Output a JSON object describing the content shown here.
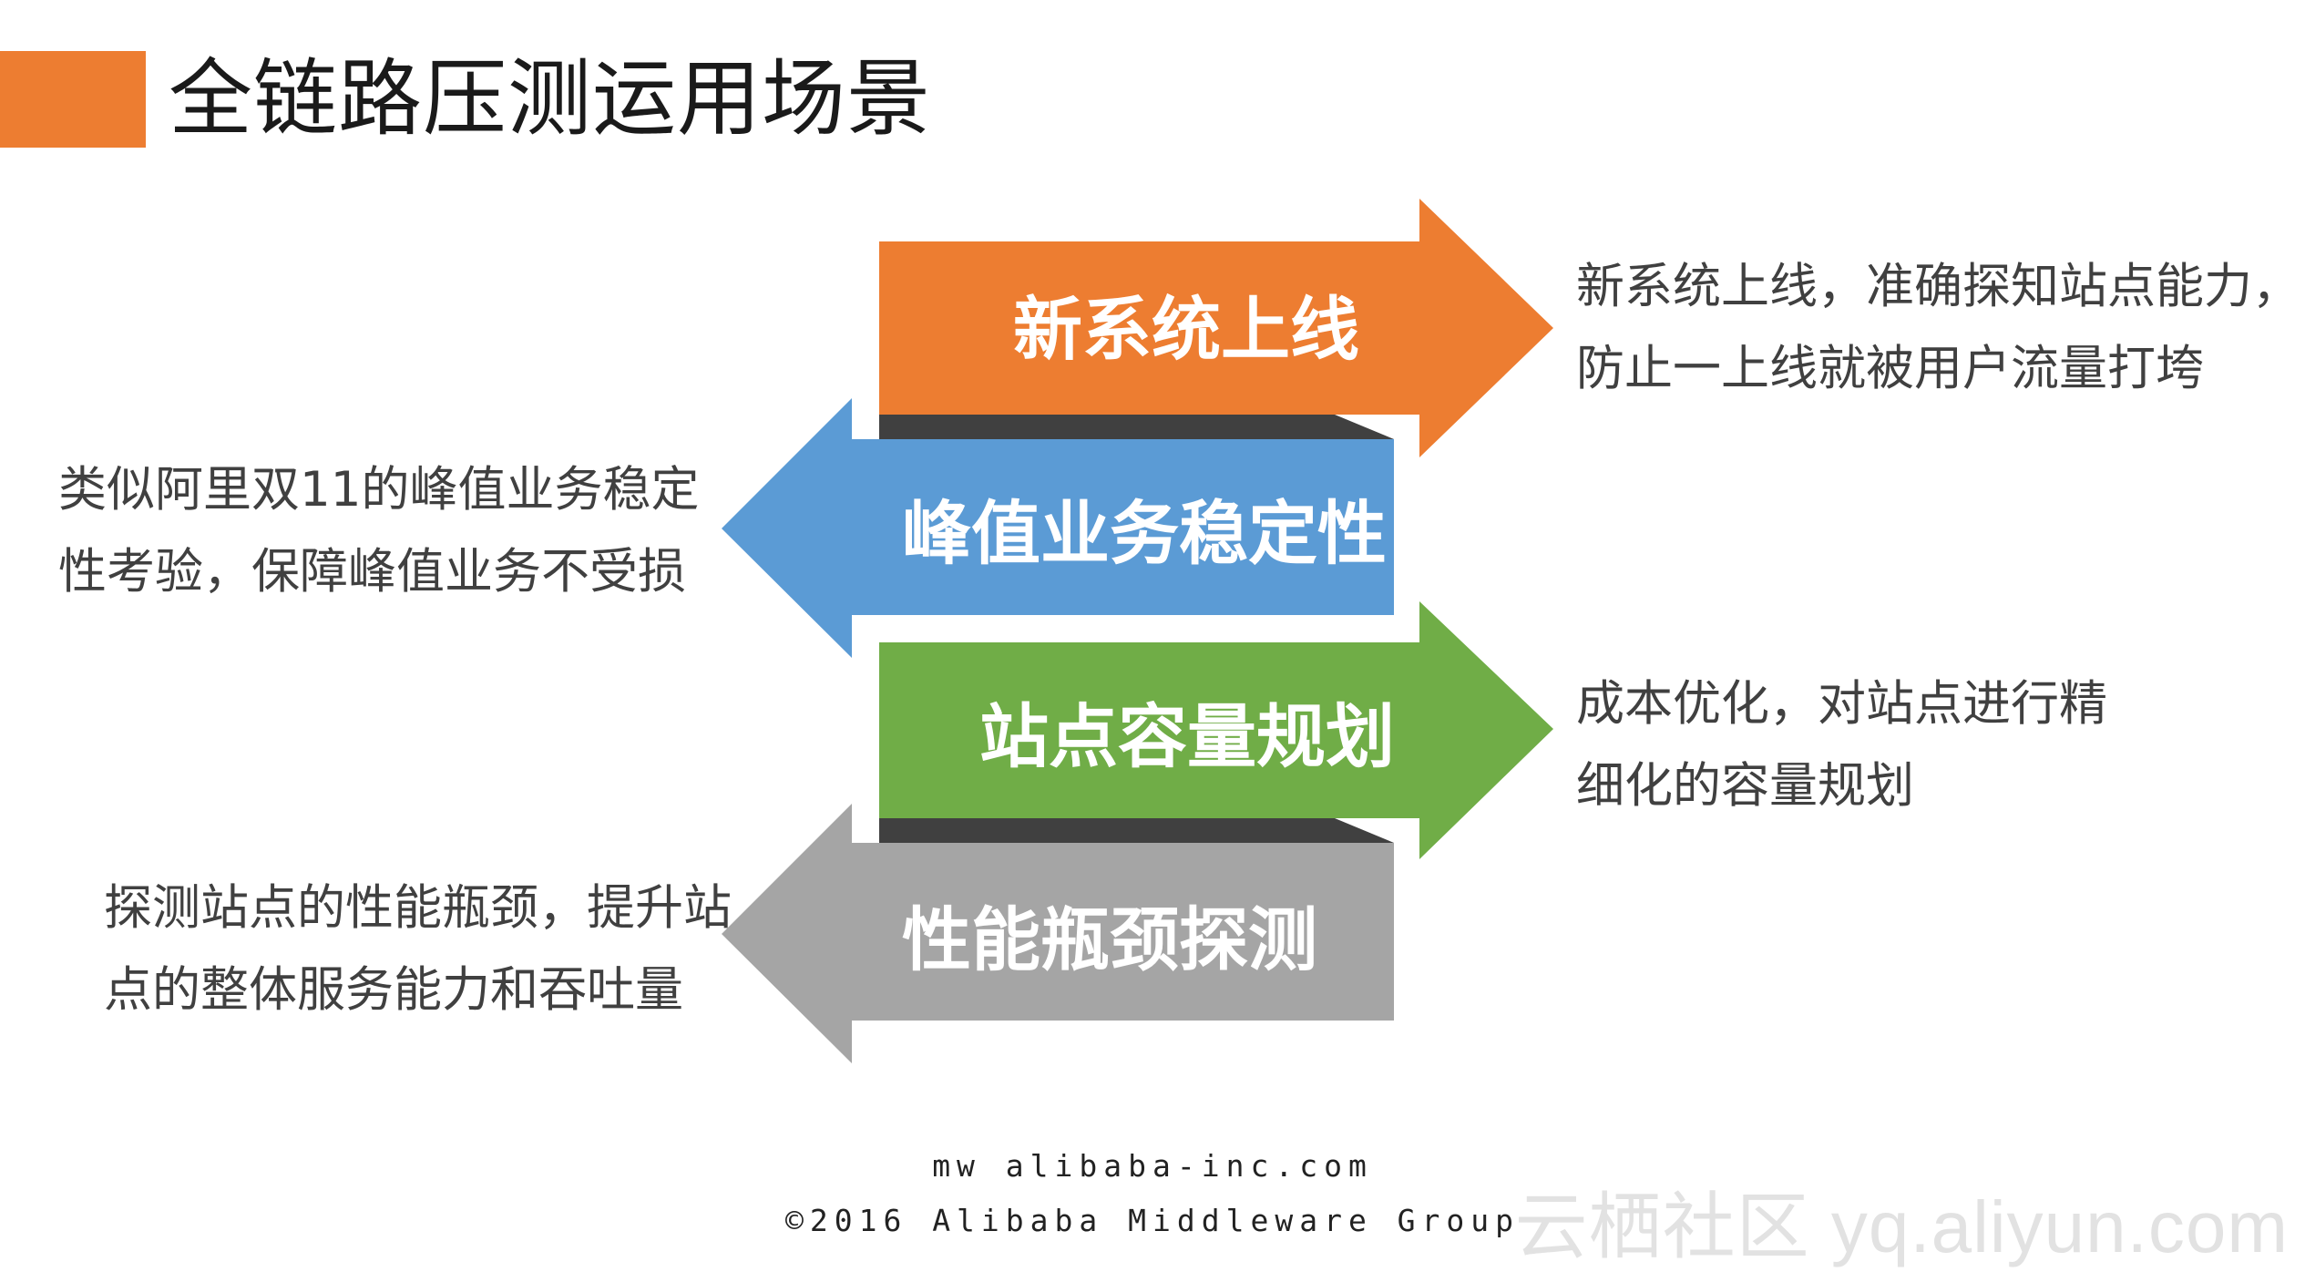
{
  "title": "全链路压测运用场景",
  "scenarios": [
    {
      "label": "新系统上线",
      "color": "#ED7D31",
      "desc_lines": [
        "新系统上线，准确探知站点能力，",
        "防止一上线就被用户流量打垮"
      ]
    },
    {
      "label": "峰值业务稳定性",
      "color": "#5B9BD5",
      "desc_lines": [
        "类似阿里双11的峰值业务稳定",
        "性考验，保障峰值业务不受损"
      ]
    },
    {
      "label": "站点容量规划",
      "color": "#70AD47",
      "desc_lines": [
        "成本优化，对站点进行精",
        "细化的容量规划"
      ]
    },
    {
      "label": "性能瓶颈探测",
      "color": "#A5A5A5",
      "desc_lines": [
        "探测站点的性能瓶颈，提升站",
        "点的整体服务能力和吞吐量"
      ]
    }
  ],
  "footer": {
    "site": "mw alibaba-inc.com",
    "copyright": "©2016 Alibaba Middleware Group"
  },
  "watermark": "云栖社区 yq.aliyun.com",
  "colors": {
    "accent": "#ED7D31",
    "shadow": "#404040"
  }
}
